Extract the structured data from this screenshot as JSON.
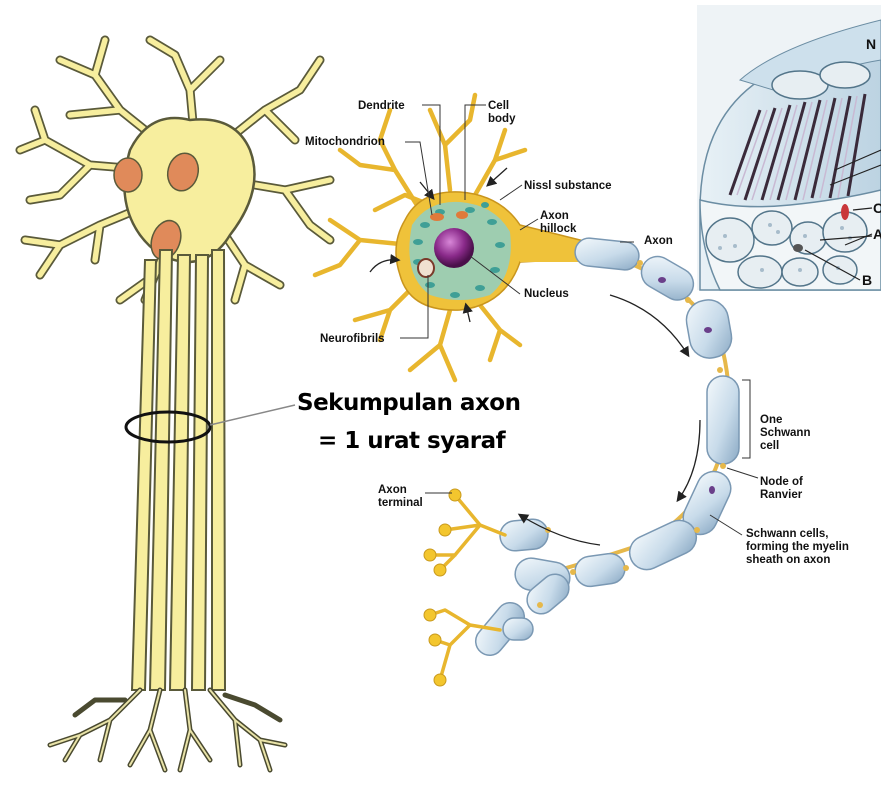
{
  "caption": {
    "line1": "Sekumpulan axon",
    "line2": "= 1 urat syaraf"
  },
  "labels": {
    "dendrite": "Dendrite",
    "cell_body": "Cell\nbody",
    "mitochondrion": "Mitochondrion",
    "nissl": "Nissl substance",
    "axon_hillock": "Axon\nhillock",
    "axon": "Axon",
    "nucleus": "Nucleus",
    "neurofibrils": "Neurofibrils",
    "one_schwann": "One\nSchwann\ncell",
    "node_ranvier": "Node of\nRanvier",
    "schwann_cells": "Schwann cells,\nforming the myelin\nsheath on axon",
    "axon_terminal": "Axon\nterminal"
  },
  "inset_labels": {
    "n": "N",
    "c": "C",
    "a": "A",
    "b": "B"
  },
  "colors": {
    "neuron_fill": "#f7ee9e",
    "neuron_stroke": "#5a5a3a",
    "nucleus_orange": "#e08a5a",
    "dendrite_gold": "#efc23a",
    "cell_body_teal": "#8fcfc6",
    "nucleus_purple": "#8a2a8a",
    "myelin": "#cfe0ee",
    "node_gold": "#e6b84a",
    "inset_bg": "#d9e8ef"
  }
}
